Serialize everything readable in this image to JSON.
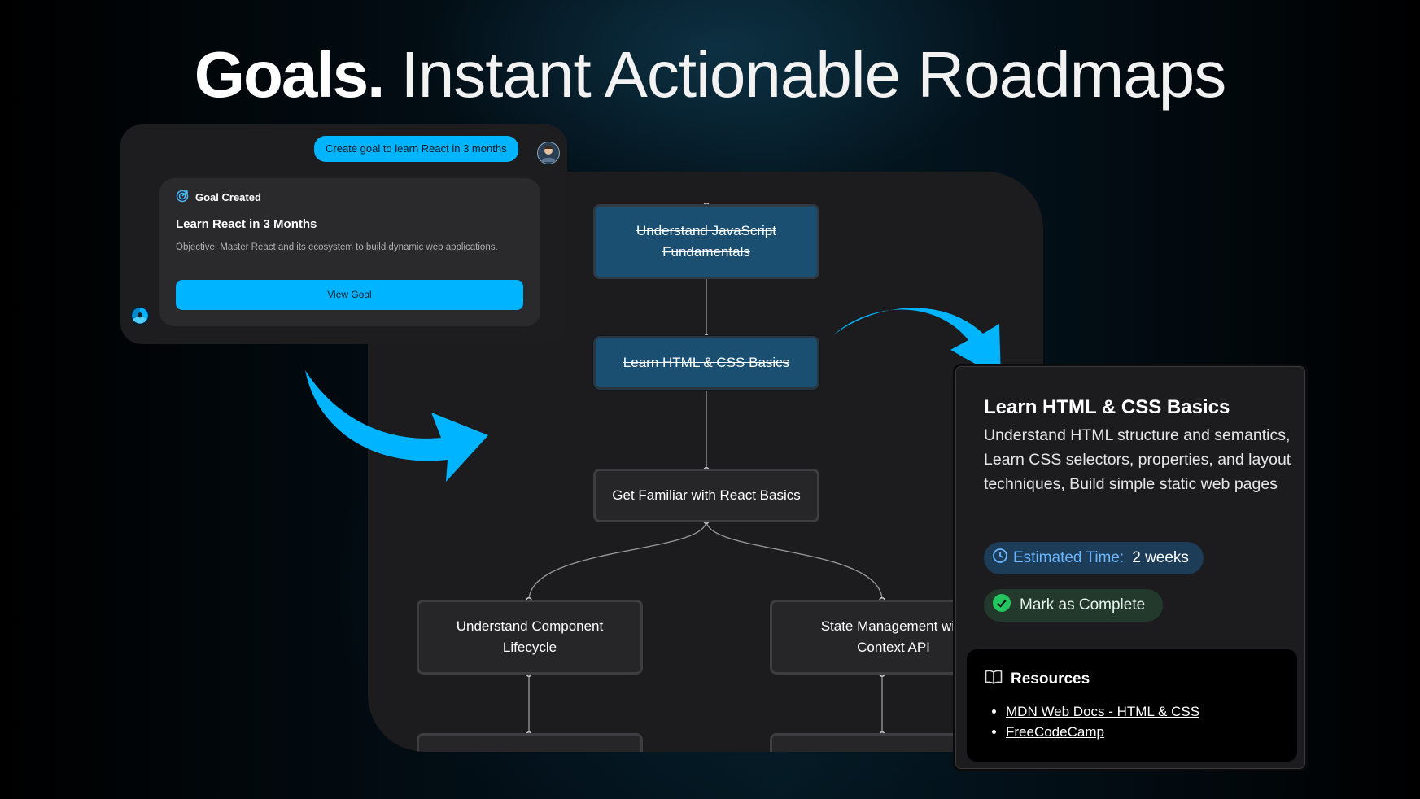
{
  "headline": {
    "bold": "Goals.",
    "rest": "Instant Actionable Roadmaps"
  },
  "colors": {
    "accent": "#00b4ff",
    "done_node": "#1a4f72",
    "complete_green": "#22c55e",
    "time_blue": "#6ab6ff"
  },
  "chat": {
    "user_message": "Create goal to learn React in 3 months",
    "goal_card": {
      "header": "Goal Created",
      "title": "Learn React in 3 Months",
      "objective": "Objective: Master React and its ecosystem to build dynamic web applications.",
      "button_label": "View Goal"
    }
  },
  "roadmap": {
    "nodes": [
      {
        "label": "Understand JavaScript Fundamentals",
        "status": "completed"
      },
      {
        "label": "Learn HTML & CSS Basics",
        "status": "completed"
      },
      {
        "label": "Get Familiar with React Basics",
        "status": "pending"
      },
      {
        "label": "Understand Component Lifecycle",
        "status": "pending"
      },
      {
        "label": "State Management with Context API",
        "status": "pending"
      }
    ]
  },
  "detail": {
    "title": "Learn HTML & CSS Basics",
    "description": "Understand HTML structure and semantics, Learn CSS selectors, properties, and layout techniques, Build simple static web pages",
    "estimated_label": "Estimated Time:",
    "estimated_value": "2 weeks",
    "complete_label": "Mark as Complete",
    "resources_title": "Resources",
    "resources": [
      "MDN Web Docs - HTML & CSS",
      "FreeCodeCamp"
    ]
  },
  "icons": [
    "target-icon",
    "clock-icon",
    "check-circle-icon",
    "book-open-icon",
    "bot-logo-icon",
    "avatar"
  ]
}
